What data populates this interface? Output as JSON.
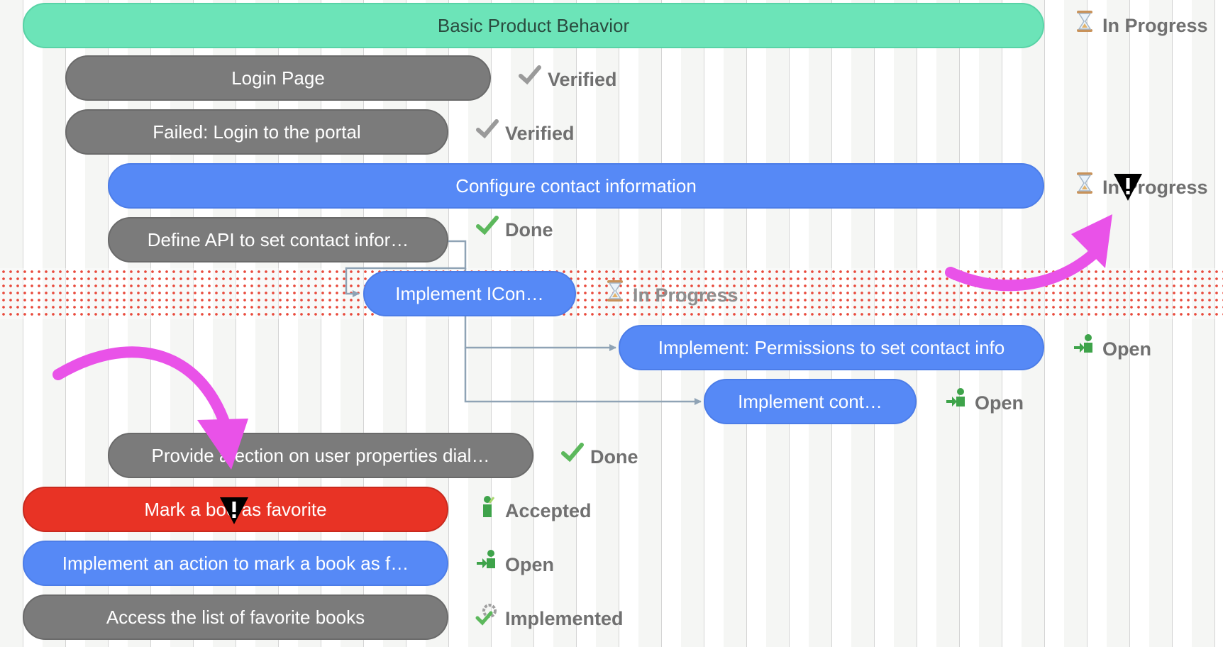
{
  "rows": [
    {
      "label": "Basic Product Behavior",
      "status": "In Progress",
      "status_icon": "hourglass-icon",
      "color": "green"
    },
    {
      "label": "Login Page",
      "status": "Verified",
      "status_icon": "check-gray-icon",
      "color": "gray"
    },
    {
      "label": "Failed: Login to the portal",
      "status": "Verified",
      "status_icon": "check-gray-icon",
      "color": "gray"
    },
    {
      "label": "Configure contact information",
      "status": "In Progress",
      "status_icon": "hourglass-icon",
      "color": "blue"
    },
    {
      "label": "Define API to set contact infor…",
      "status": "Done",
      "status_icon": "check-green-icon",
      "color": "gray"
    },
    {
      "label": "Implement ICon…",
      "status": "In Progress",
      "status_icon": "hourglass-icon",
      "color": "blue"
    },
    {
      "label": "Implement: Permissions to set contact info",
      "status": "Open",
      "status_icon": "person-arrow-icon",
      "color": "blue"
    },
    {
      "label": "Implement cont…",
      "status": "Open",
      "status_icon": "person-arrow-icon",
      "color": "blue"
    },
    {
      "label": "Provide a  ection on user properties dial…",
      "status": "Done",
      "status_icon": "check-green-icon",
      "color": "gray"
    },
    {
      "label": "Mark a boo   as favorite",
      "status": "Accepted",
      "status_icon": "person-check-icon",
      "color": "red"
    },
    {
      "label": "Implement an action to mark a book as f…",
      "status": "Open",
      "status_icon": "person-arrow-icon",
      "color": "blue"
    },
    {
      "label": "Access the list of favorite books",
      "status": "Implemented",
      "status_icon": "gear-check-icon",
      "color": "gray"
    }
  ],
  "colors": {
    "green_bar": "#6ce4b8",
    "gray_bar": "#7b7b7b",
    "blue_bar": "#5689f6",
    "red_bar": "#e83325",
    "highlight_band": "#e84a3c",
    "annotation_arrow": "#e952e8",
    "connector": "#8fa3b5"
  }
}
